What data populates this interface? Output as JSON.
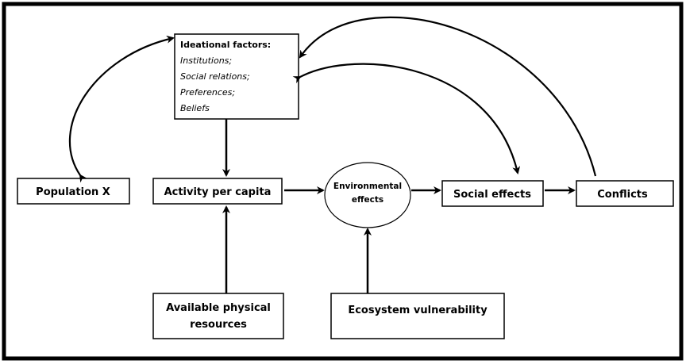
{
  "ideational": {
    "title": "Ideational  factors:",
    "items": [
      "Institutions;",
      "Social relations;",
      "Preferences;",
      "Beliefs"
    ]
  },
  "nodes": {
    "population": "Population X",
    "activity": "Activity per capita",
    "environmental_line1": "Environmental",
    "environmental_line2": "effects",
    "social": "Social effects",
    "conflicts": "Conflicts",
    "resources_line1": "Available physical",
    "resources_line2": "resources",
    "ecosystem": "Ecosystem vulnerability"
  }
}
